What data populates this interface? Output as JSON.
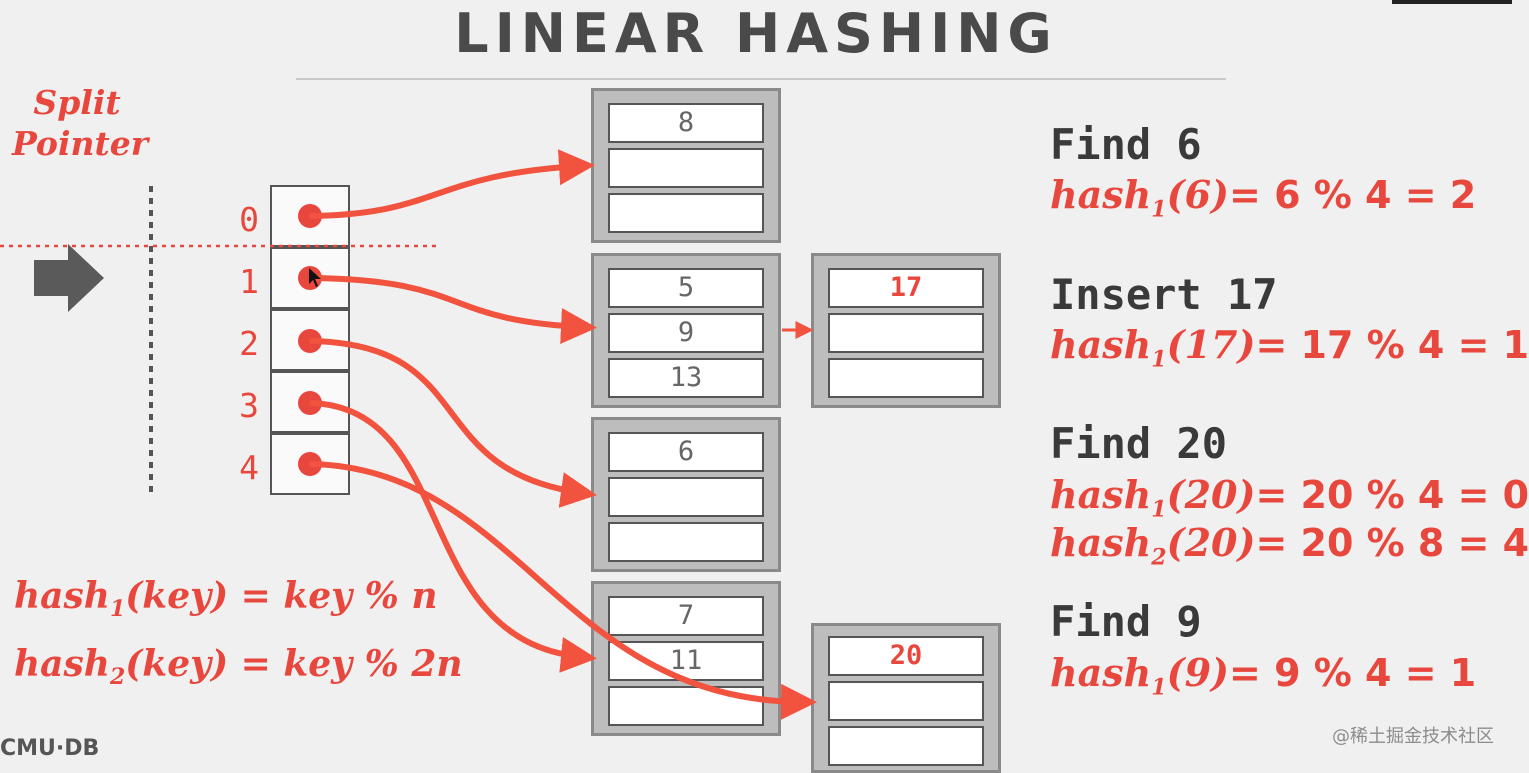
{
  "title": "LINEAR HASHING",
  "split_pointer_label": [
    "Split",
    "Pointer"
  ],
  "slot_indices": [
    "0",
    "1",
    "2",
    "3",
    "4"
  ],
  "buckets": [
    {
      "cells": [
        "8",
        "",
        ""
      ]
    },
    {
      "cells": [
        "5",
        "9",
        "13"
      ]
    },
    {
      "cells": [
        "6",
        "",
        ""
      ]
    },
    {
      "cells": [
        "7",
        "11",
        ""
      ]
    }
  ],
  "overflow_buckets": [
    {
      "cells": [
        "17",
        "",
        ""
      ]
    },
    {
      "cells": [
        "20",
        "",
        ""
      ]
    }
  ],
  "hash_formulas": [
    {
      "fn": "hash",
      "sub": "1",
      "rest": "(key) = key % n"
    },
    {
      "fn": "hash",
      "sub": "2",
      "rest": "(key) = key % 2n"
    }
  ],
  "operations": [
    {
      "title": "Find 6",
      "lines": [
        {
          "fn": "hash",
          "sub": "1",
          "arg": "(6)",
          "expr": "=  6 % 4 = 2"
        }
      ]
    },
    {
      "title": "Insert 17",
      "lines": [
        {
          "fn": "hash",
          "sub": "1",
          "arg": "(17)",
          "expr": "=  17 % 4 = 1"
        }
      ]
    },
    {
      "title": "Find 20",
      "lines": [
        {
          "fn": "hash",
          "sub": "1",
          "arg": "(20)",
          "expr": "=  20 % 4 = 0"
        },
        {
          "fn": "hash",
          "sub": "2",
          "arg": "(20)",
          "expr": "=  20 % 8 = 4"
        }
      ]
    },
    {
      "title": "Find 9",
      "lines": [
        {
          "fn": "hash",
          "sub": "1",
          "arg": "(9)",
          "expr": "=  9 % 4 = 1"
        }
      ]
    }
  ],
  "logo": "CMU·DB",
  "watermark": "@稀土掘金技术社区",
  "colors": {
    "accent": "#e8473e",
    "bucket_fill": "#bdbdbd",
    "title": "#4a4a4a"
  }
}
